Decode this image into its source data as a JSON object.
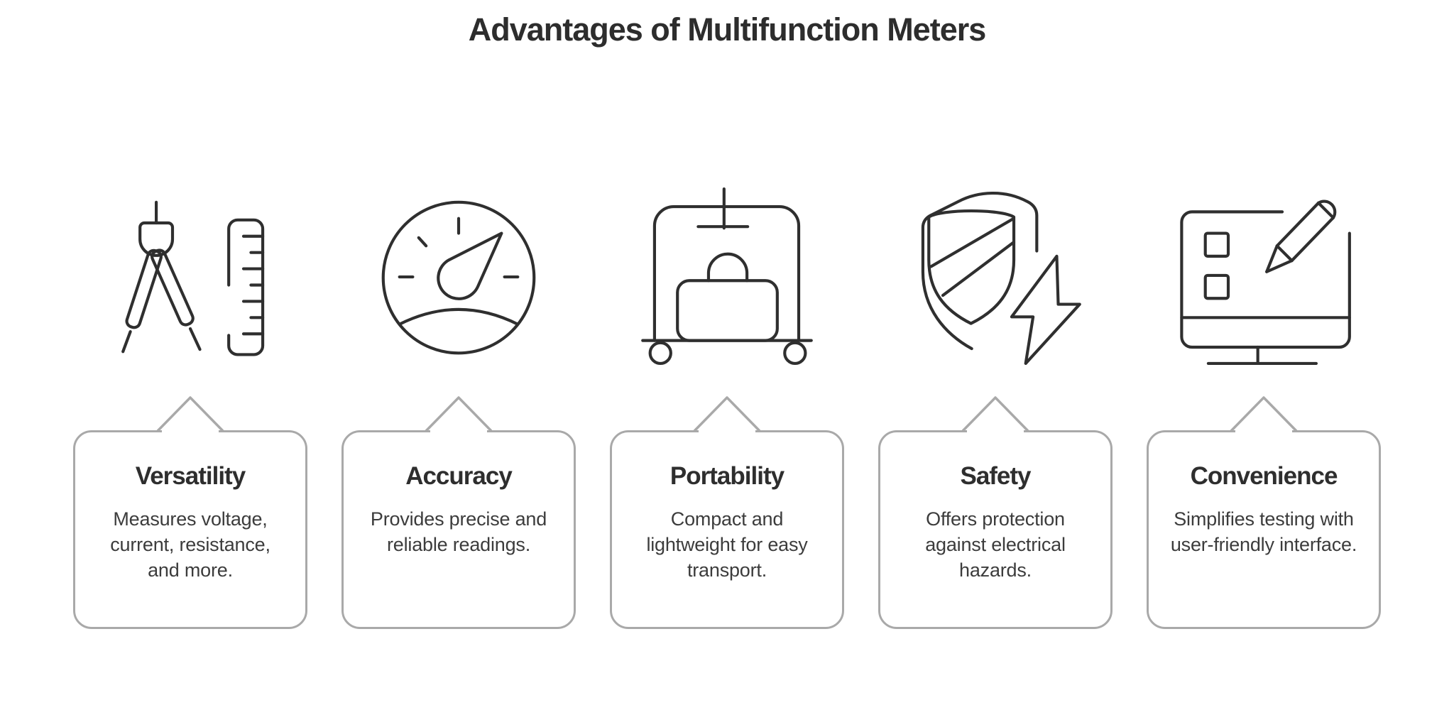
{
  "title": "Advantages of Multifunction Meters",
  "colors": {
    "background": "#ffffff",
    "title_text": "#2d2d2d",
    "card_border": "#a9a9a9",
    "icon_stroke": "#2f2f2f",
    "heading_text": "#2e2e2e",
    "body_text": "#3c3c3c"
  },
  "items": [
    {
      "icon": "compass-and-ruler-icon",
      "heading": "Versatility",
      "description": "Measures voltage, current, resistance, and more."
    },
    {
      "icon": "gauge-icon",
      "heading": "Accuracy",
      "description": "Provides precise and reliable readings."
    },
    {
      "icon": "luggage-cart-icon",
      "heading": "Portability",
      "description": "Compact and lightweight for easy transport."
    },
    {
      "icon": "shield-lightning-icon",
      "heading": "Safety",
      "description": "Offers protection against electrical hazards."
    },
    {
      "icon": "monitor-pencil-icon",
      "heading": "Convenience",
      "description": "Simplifies testing with user-friendly interface."
    }
  ]
}
